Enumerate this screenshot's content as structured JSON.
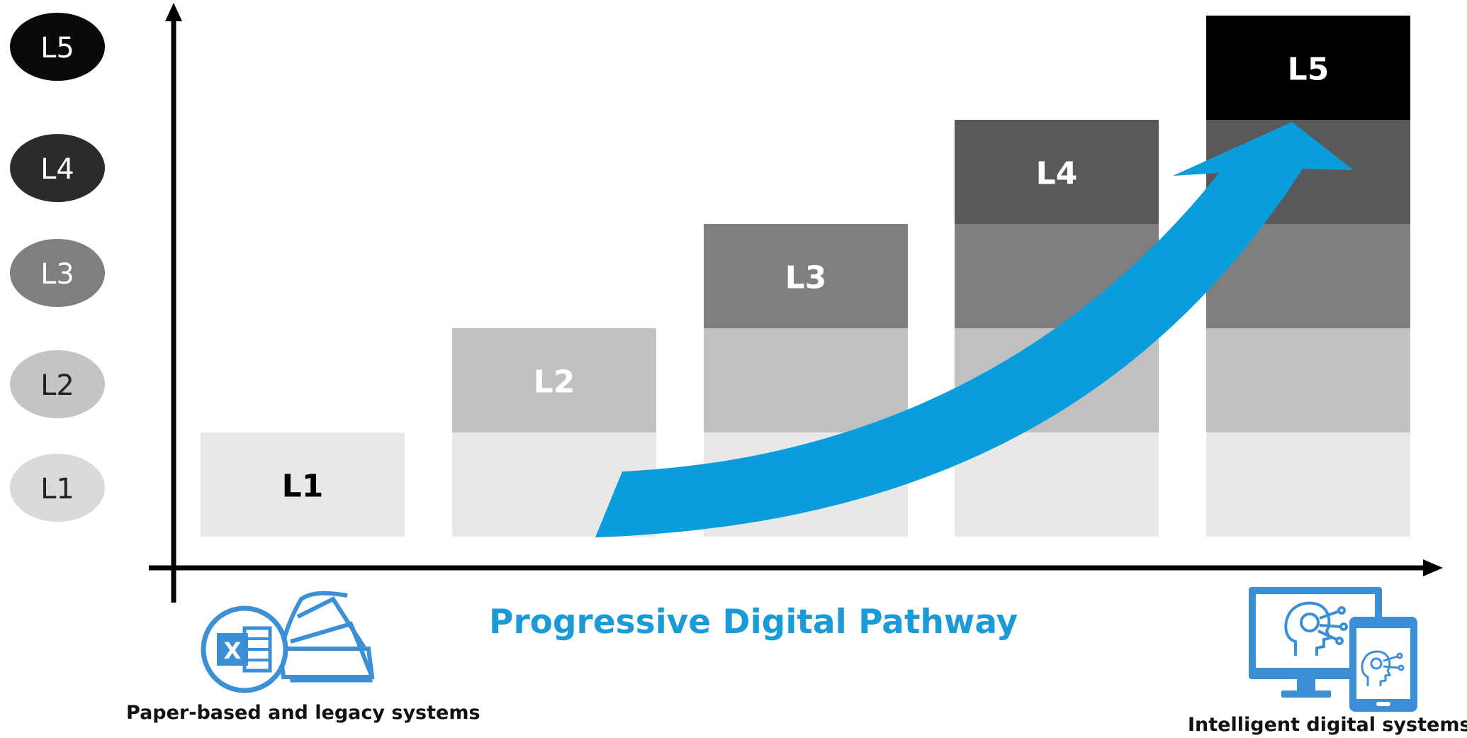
{
  "legend": {
    "levels": [
      {
        "label": "L1",
        "fill": "#d9d9d9",
        "text_color": "#222222"
      },
      {
        "label": "L2",
        "fill": "#c4c4c4",
        "text_color": "#222222"
      },
      {
        "label": "L3",
        "fill": "#7f7f7f",
        "text_color": "#ffffff"
      },
      {
        "label": "L4",
        "fill": "#2b2b2b",
        "text_color": "#ffffff"
      },
      {
        "label": "L5",
        "fill": "#0a0a0a",
        "text_color": "#ffffff"
      }
    ]
  },
  "bars": [
    {
      "label": "L1",
      "top_color": "#e8e8e8",
      "label_color": "#000000"
    },
    {
      "label": "L2",
      "top_color": "#c0c0c0",
      "label_color": "#ffffff"
    },
    {
      "label": "L3",
      "top_color": "#7f7f7f",
      "label_color": "#ffffff"
    },
    {
      "label": "L4",
      "top_color": "#595959",
      "label_color": "#ffffff"
    },
    {
      "label": "L5",
      "top_color": "#000000",
      "label_color": "#ffffff"
    }
  ],
  "segment_colors": [
    "#e8e8e8",
    "#c0c0c0",
    "#7f7f7f",
    "#595959",
    "#000000"
  ],
  "pathway": {
    "title": "Progressive Digital Pathway",
    "title_color": "#1a9ad6",
    "arrow_color": "#0a9ddc"
  },
  "left_system": {
    "caption": "Paper-based and legacy systems",
    "icon": "excel-paper-icon"
  },
  "right_system": {
    "caption": "Intelligent digital systems",
    "icon": "ai-monitor-tablet-icon"
  },
  "icon_color": "#3a8fd6"
}
